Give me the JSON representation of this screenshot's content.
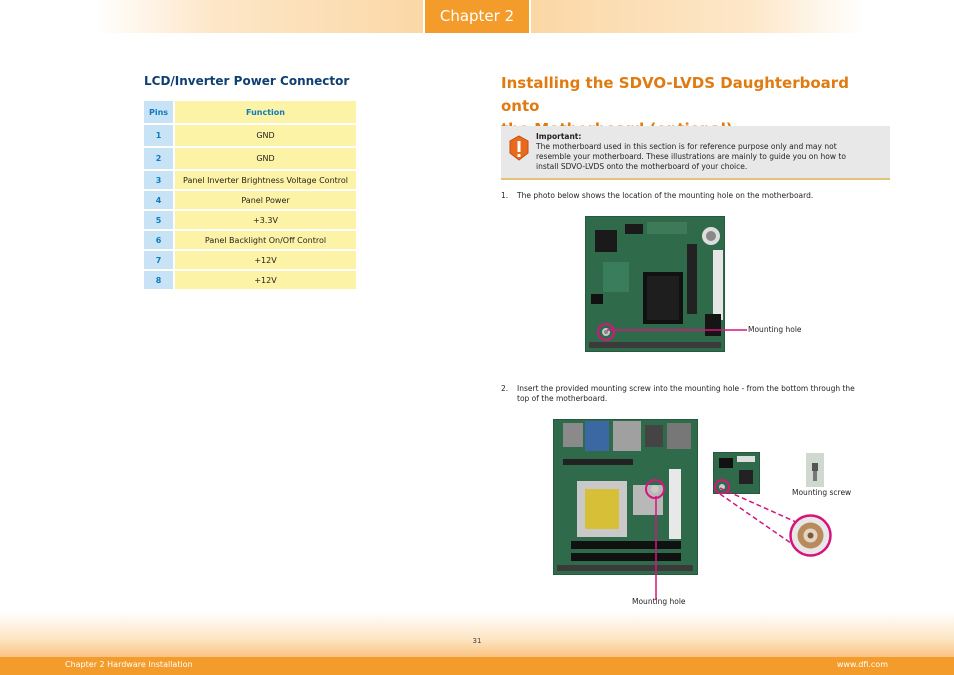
{
  "header": {
    "chapter_label": "Chapter 2"
  },
  "left": {
    "section_title": "LCD/Inverter Power Connector",
    "table": {
      "headers": {
        "pins": "Pins",
        "function": "Function"
      },
      "rows": [
        {
          "pin": "1",
          "function": "GND"
        },
        {
          "pin": "2",
          "function": "GND"
        },
        {
          "pin": "3",
          "function": "Panel Inverter Brightness Voltage Control"
        },
        {
          "pin": "4",
          "function": "Panel Power"
        },
        {
          "pin": "5",
          "function": "+3.3V"
        },
        {
          "pin": "6",
          "function": "Panel Backlight On/Off Control"
        },
        {
          "pin": "7",
          "function": "+12V"
        },
        {
          "pin": "8",
          "function": "+12V"
        }
      ]
    }
  },
  "right": {
    "title_line1": "Installing the SDVO-LVDS Daughterboard onto",
    "title_line2": "the Motherboard (optional)",
    "important": {
      "label": "Important:",
      "line1": "The motherboard used in this section is for reference purpose only and may not",
      "line2": "resemble your motherboard. These illustrations are mainly to guide you on how to",
      "line3": "install SDVO-LVDS onto the motherboard of your choice."
    },
    "step1": {
      "num": "1.",
      "text": "The photo below shows the location of the mounting hole on the motherboard."
    },
    "step1_callout": "Mounting hole",
    "step2": {
      "num": "2.",
      "line1": "Insert the provided mounting screw into the mounting hole - from the bottom through the",
      "line2": "top of the motherboard."
    },
    "step2_callout_screw": "Mounting screw",
    "step2_callout_hole": "Mounting hole"
  },
  "footer": {
    "page_number": "31",
    "left_text": "Chapter 2 Hardware Installation",
    "right_text": "www.dfi.com"
  },
  "colors": {
    "accent_orange": "#f39c2b",
    "title_orange": "#e07b12",
    "navy": "#0f3f74",
    "pin_blue": "#0c7cbf",
    "pcb_green": "#2f6b4a",
    "callout_magenta": "#d6147c"
  }
}
